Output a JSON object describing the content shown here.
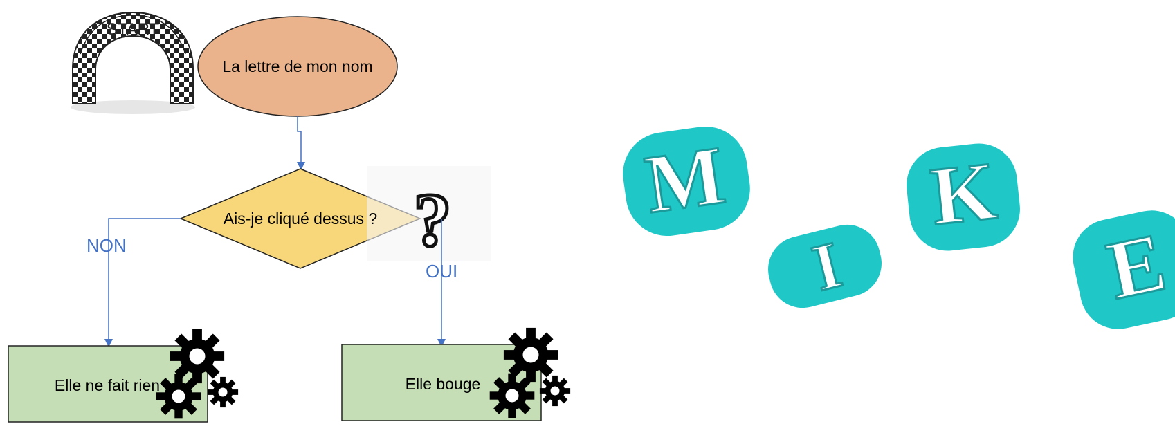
{
  "flowchart": {
    "start_node": {
      "label": "La lettre de mon nom"
    },
    "decision_node": {
      "label": "Ais-je cliqué dessus ?"
    },
    "no_node": {
      "label": "Elle ne fait rien"
    },
    "yes_node": {
      "label": "Elle bouge"
    },
    "no_edge": {
      "label": "NON"
    },
    "yes_edge": {
      "label": "OUI"
    },
    "start_arch": {
      "label": "START"
    }
  },
  "letters": [
    "M",
    "I",
    "K",
    "E"
  ],
  "colors": {
    "start_fill": "#eab38c",
    "decision_fill": "#f7d77a",
    "action_fill": "#c5deb5",
    "connector": "#4472c4",
    "letter_teal": "#1fc7c7"
  },
  "icons": [
    "start-arch-icon",
    "question-mark-icon",
    "gears-icon",
    "gears-icon"
  ]
}
